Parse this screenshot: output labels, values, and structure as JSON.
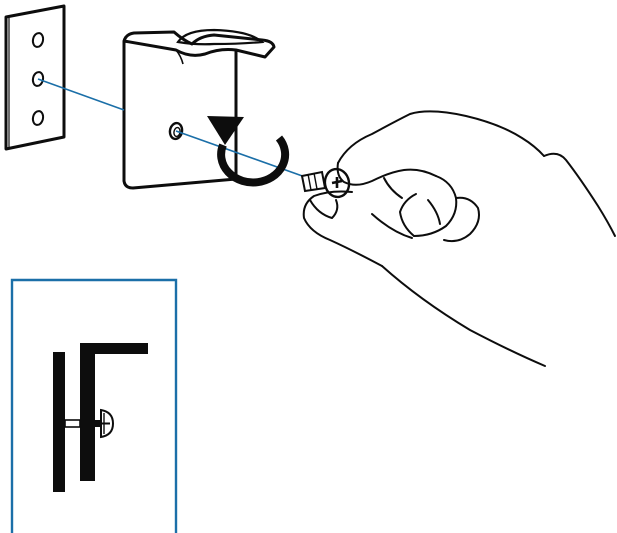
{
  "diagram": {
    "type": "assembly-instruction",
    "text": [],
    "colors": {
      "line": "#0d0d0d",
      "axis": "#1b6fa8",
      "inset_frame": "#1b6fa8",
      "background": "#ffffff"
    },
    "parts": [
      "wall-plate-with-three-holes",
      "l-bracket-with-slot",
      "screw",
      "hand-holding-screw",
      "clockwise-rotation-arrow",
      "inset-side-view"
    ],
    "rotation": "clockwise"
  }
}
